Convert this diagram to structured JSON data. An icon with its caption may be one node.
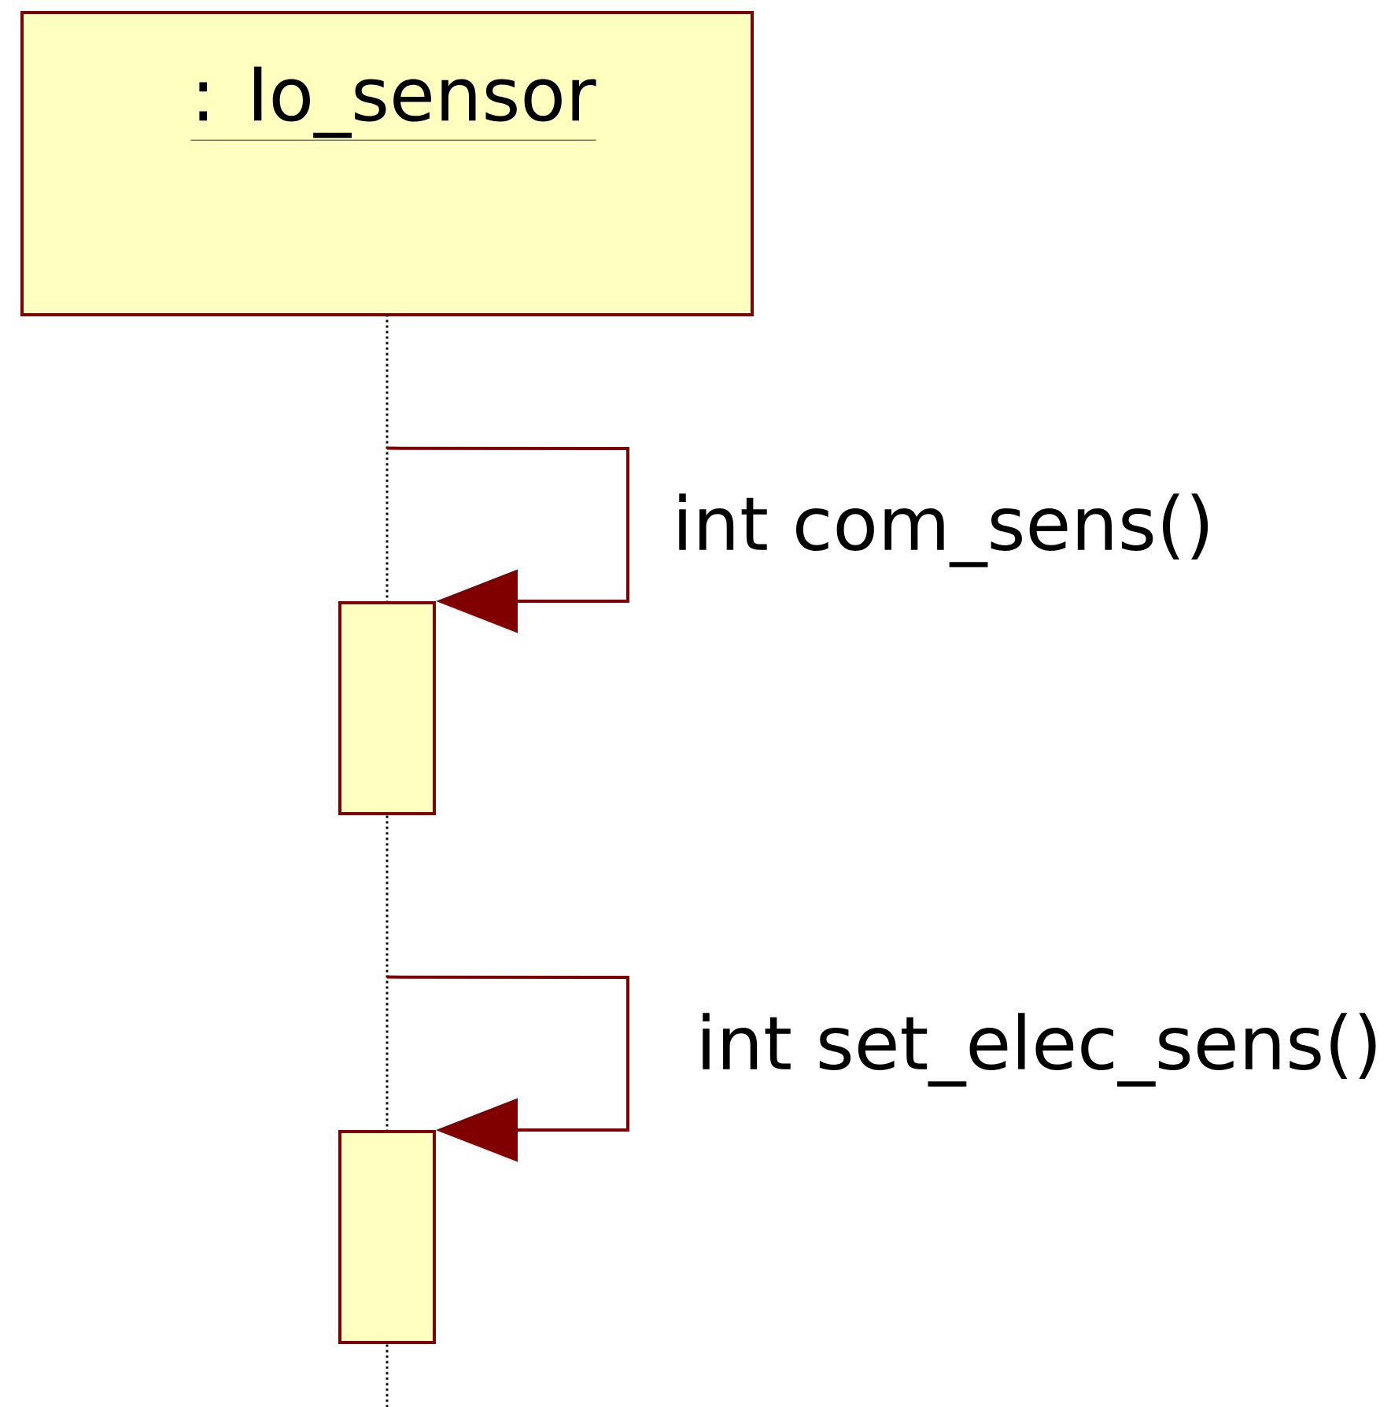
{
  "diagram": {
    "nodes": [
      {
        "text": [
          ": Io_sensor"
        ]
      },
      {
        "text": [],
        "shape": "line"
      },
      {
        "text": [],
        "shape": "bar"
      },
      {
        "text": [],
        "shape": "bar"
      }
    ],
    "edges": [
      {
        "from": 1,
        "to": 2,
        "arrow": "to",
        "label": "int com_sens()"
      },
      {
        "from": 1,
        "to": 3,
        "arrow": "to",
        "label": "int set_elec_sens()"
      }
    ]
  }
}
